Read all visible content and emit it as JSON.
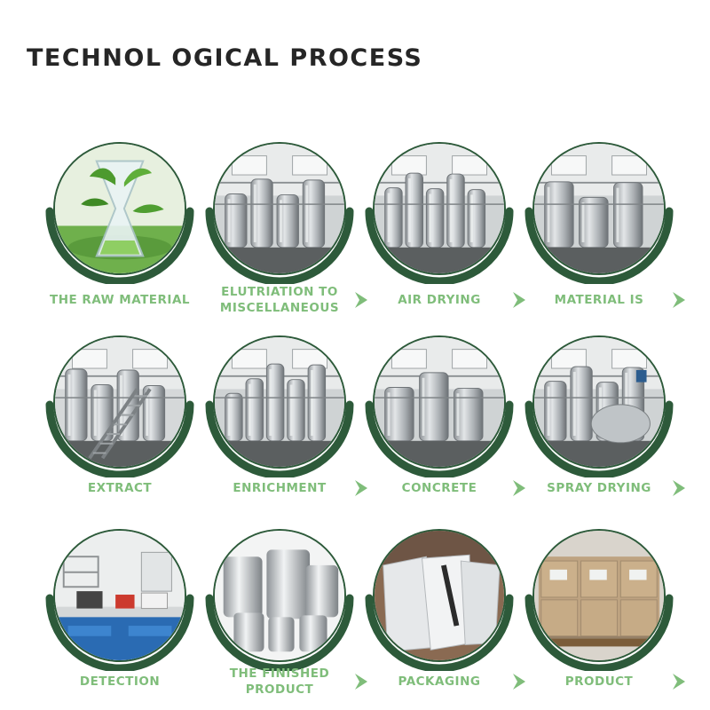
{
  "title": "TECHNOL OGICAL PROCESS",
  "colors": {
    "title": "#262626",
    "caption": "#7fbd7a",
    "arrow": "#7fbd7a",
    "arc": "#2d5a3a",
    "background": "#ffffff"
  },
  "steps": [
    {
      "label": [
        "THE RAW MATERIAL"
      ],
      "image": "hourglass-with-leaves-image"
    },
    {
      "label": [
        "ELUTRIATION TO",
        "MISCELLANEOUS"
      ],
      "image": "factory-tanks-image"
    },
    {
      "label": [
        "AIR DRYING"
      ],
      "image": "evaporator-equipment-image"
    },
    {
      "label": [
        "MATERIAL IS"
      ],
      "image": "tank-platform-image"
    },
    {
      "label": [
        "EXTRACT"
      ],
      "image": "stairs-platform-image"
    },
    {
      "label": [
        "ENRICHMENT"
      ],
      "image": "storage-tanks-image"
    },
    {
      "label": [
        "CONCRETE"
      ],
      "image": "concentrator-equipment-image"
    },
    {
      "label": [
        "SPRAY DRYING"
      ],
      "image": "spray-dryer-image"
    },
    {
      "label": [
        "DETECTION"
      ],
      "image": "laboratory-image"
    },
    {
      "label": [
        "THE FINISHED",
        "PRODUCT"
      ],
      "image": "aluminum-cans-image"
    },
    {
      "label": [
        "PACKAGING"
      ],
      "image": "foil-bags-image"
    },
    {
      "label": [
        "PRODUCT"
      ],
      "image": "cartons-on-pallet-image"
    }
  ]
}
